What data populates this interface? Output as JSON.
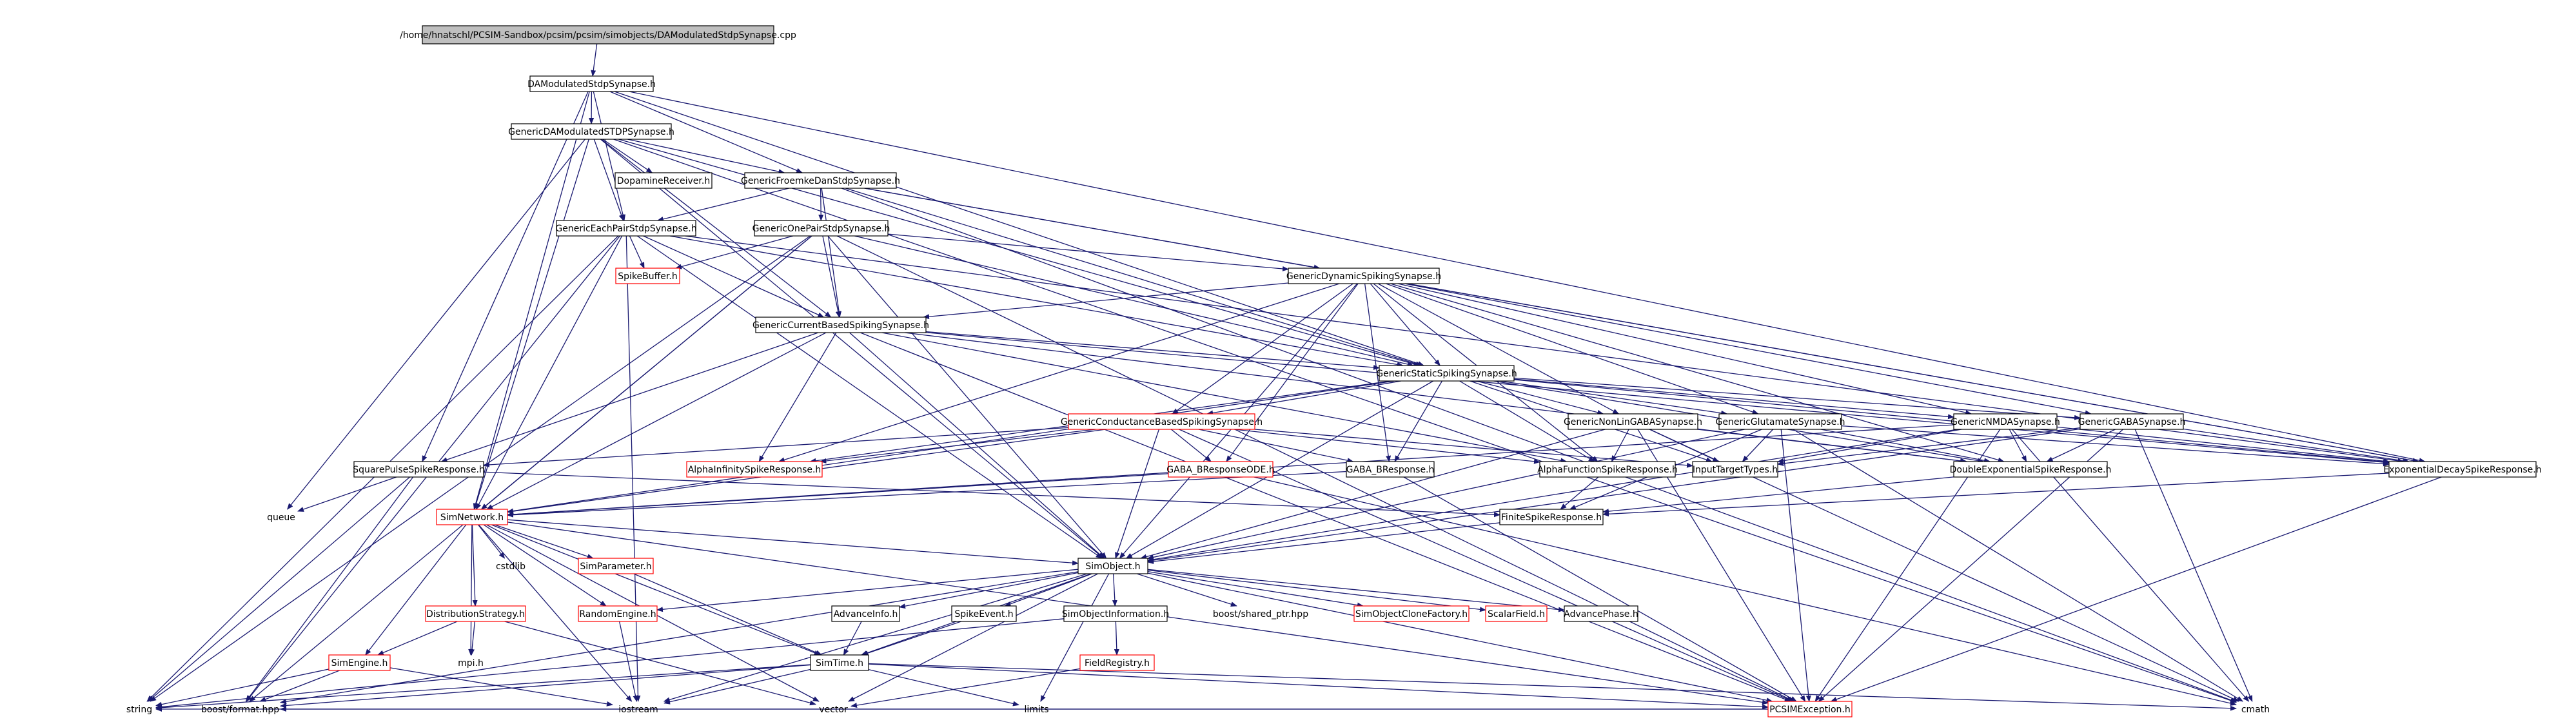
{
  "colors": {
    "edge": "#191970",
    "box_default": "#000000",
    "box_missing": "#ff0000",
    "root_fill": "#bfbfbf",
    "fill": "#ffffff",
    "label": "#000000"
  },
  "nodes": [
    {
      "id": "root",
      "label": "/home/hnatschl/PCSIM-Sandbox/pcsim/pcsim/simobjects/DAModulatedStdpSynapse.cpp",
      "kind": "root"
    },
    {
      "id": "DAModulatedStdpSynapse_h",
      "label": "DAModulatedStdpSynapse.h",
      "kind": "normal"
    },
    {
      "id": "GenericDAModulatedSTDPSynapse_h",
      "label": "GenericDAModulatedSTDPSynapse.h",
      "kind": "normal"
    },
    {
      "id": "DopamineReceiver_h",
      "label": "DopamineReceiver.h",
      "kind": "normal"
    },
    {
      "id": "GenericFroemkeDanStdpSynapse_h",
      "label": "GenericFroemkeDanStdpSynapse.h",
      "kind": "normal"
    },
    {
      "id": "GenericEachPairStdpSynapse_h",
      "label": "GenericEachPairStdpSynapse.h",
      "kind": "normal"
    },
    {
      "id": "GenericOnePairStdpSynapse_h",
      "label": "GenericOnePairStdpSynapse.h",
      "kind": "normal"
    },
    {
      "id": "SpikeBuffer_h",
      "label": "SpikeBuffer.h",
      "kind": "missing"
    },
    {
      "id": "GenericDynamicSpikingSynapse_h",
      "label": "GenericDynamicSpikingSynapse.h",
      "kind": "normal"
    },
    {
      "id": "GenericCurrentBasedSpikingSynapse_h",
      "label": "GenericCurrentBasedSpikingSynapse.h",
      "kind": "normal"
    },
    {
      "id": "GenericStaticSpikingSynapse_h",
      "label": "GenericStaticSpikingSynapse.h",
      "kind": "normal"
    },
    {
      "id": "GenericConductanceBasedSpikingSynapse_h",
      "label": "GenericConductanceBasedSpikingSynapse.h",
      "kind": "missing"
    },
    {
      "id": "GenericNonLinGABASynapse_h",
      "label": "GenericNonLinGABASynapse.h",
      "kind": "normal"
    },
    {
      "id": "GenericGlutamateSynapse_h",
      "label": "GenericGlutamateSynapse.h",
      "kind": "normal"
    },
    {
      "id": "GenericNMDASynapse_h",
      "label": "GenericNMDASynapse.h",
      "kind": "normal"
    },
    {
      "id": "GenericGABASynapse_h",
      "label": "GenericGABASynapse.h",
      "kind": "normal"
    },
    {
      "id": "SquarePulseSpikeResponse_h",
      "label": "SquarePulseSpikeResponse.h",
      "kind": "normal"
    },
    {
      "id": "AlphaInfinitySpikeResponse_h",
      "label": "AlphaInfinitySpikeResponse.h",
      "kind": "missing"
    },
    {
      "id": "GABA_BResponseODE_h",
      "label": "GABA_BResponseODE.h",
      "kind": "missing"
    },
    {
      "id": "GABA_BResponse_h",
      "label": "GABA_BResponse.h",
      "kind": "normal"
    },
    {
      "id": "AlphaFunctionSpikeResponse_h",
      "label": "AlphaFunctionSpikeResponse.h",
      "kind": "normal"
    },
    {
      "id": "InputTargetTypes_h",
      "label": "InputTargetTypes.h",
      "kind": "normal"
    },
    {
      "id": "DoubleExponentialSpikeResponse_h",
      "label": "DoubleExponentialSpikeResponse.h",
      "kind": "normal"
    },
    {
      "id": "ExponentialDecaySpikeResponse_h",
      "label": "ExponentialDecaySpikeResponse.h",
      "kind": "normal"
    },
    {
      "id": "queue",
      "label": "queue",
      "kind": "system"
    },
    {
      "id": "SimNetwork_h",
      "label": "SimNetwork.h",
      "kind": "missing"
    },
    {
      "id": "FiniteSpikeResponse_h",
      "label": "FiniteSpikeResponse.h",
      "kind": "normal"
    },
    {
      "id": "cstdlib",
      "label": "cstdlib",
      "kind": "system"
    },
    {
      "id": "SimParameter_h",
      "label": "SimParameter.h",
      "kind": "missing"
    },
    {
      "id": "SimObject_h",
      "label": "SimObject.h",
      "kind": "normal"
    },
    {
      "id": "DistributionStrategy_h",
      "label": "DistributionStrategy.h",
      "kind": "missing"
    },
    {
      "id": "RandomEngine_h",
      "label": "RandomEngine.h",
      "kind": "missing"
    },
    {
      "id": "AdvanceInfo_h",
      "label": "AdvanceInfo.h",
      "kind": "normal"
    },
    {
      "id": "SpikeEvent_h",
      "label": "SpikeEvent.h",
      "kind": "normal"
    },
    {
      "id": "SimObjectInformation_h",
      "label": "SimObjectInformation.h",
      "kind": "normal"
    },
    {
      "id": "boost_shared_ptr",
      "label": "boost/shared_ptr.hpp",
      "kind": "system"
    },
    {
      "id": "SimObjectCloneFactory_h",
      "label": "SimObjectCloneFactory.h",
      "kind": "missing"
    },
    {
      "id": "ScalarField_h",
      "label": "ScalarField.h",
      "kind": "missing"
    },
    {
      "id": "AdvancePhase_h",
      "label": "AdvancePhase.h",
      "kind": "normal"
    },
    {
      "id": "SimEngine_h",
      "label": "SimEngine.h",
      "kind": "missing"
    },
    {
      "id": "mpi_h",
      "label": "mpi.h",
      "kind": "system"
    },
    {
      "id": "SimTime_h",
      "label": "SimTime.h",
      "kind": "normal"
    },
    {
      "id": "FieldRegistry_h",
      "label": "FieldRegistry.h",
      "kind": "missing"
    },
    {
      "id": "string",
      "label": "string",
      "kind": "system"
    },
    {
      "id": "boost_format",
      "label": "boost/format.hpp",
      "kind": "system"
    },
    {
      "id": "iostream",
      "label": "iostream",
      "kind": "system"
    },
    {
      "id": "vector",
      "label": "vector",
      "kind": "system"
    },
    {
      "id": "limits",
      "label": "limits",
      "kind": "system"
    },
    {
      "id": "PCSIMException_h",
      "label": "PCSIMException.h",
      "kind": "missing"
    },
    {
      "id": "cmath",
      "label": "cmath",
      "kind": "system"
    }
  ],
  "edges": [
    [
      "root",
      "DAModulatedStdpSynapse_h"
    ],
    [
      "DAModulatedStdpSynapse_h",
      "GenericDAModulatedSTDPSynapse_h"
    ],
    [
      "DAModulatedStdpSynapse_h",
      "GenericFroemkeDanStdpSynapse_h"
    ],
    [
      "DAModulatedStdpSynapse_h",
      "GenericEachPairStdpSynapse_h"
    ],
    [
      "DAModulatedStdpSynapse_h",
      "SquarePulseSpikeResponse_h"
    ],
    [
      "DAModulatedStdpSynapse_h",
      "GenericStaticSpikingSynapse_h"
    ],
    [
      "DAModulatedStdpSynapse_h",
      "ExponentialDecaySpikeResponse_h"
    ],
    [
      "DAModulatedStdpSynapse_h",
      "SimNetwork_h"
    ],
    [
      "GenericDAModulatedSTDPSynapse_h",
      "DopamineReceiver_h"
    ],
    [
      "GenericDAModulatedSTDPSynapse_h",
      "GenericFroemkeDanStdpSynapse_h"
    ],
    [
      "GenericDAModulatedSTDPSynapse_h",
      "GenericEachPairStdpSynapse_h"
    ],
    [
      "GenericDAModulatedSTDPSynapse_h",
      "GenericCurrentBasedSpikingSynapse_h"
    ],
    [
      "GenericDAModulatedSTDPSynapse_h",
      "GenericStaticSpikingSynapse_h"
    ],
    [
      "GenericDAModulatedSTDPSynapse_h",
      "SimObject_h"
    ],
    [
      "GenericDAModulatedSTDPSynapse_h",
      "queue"
    ],
    [
      "GenericDAModulatedSTDPSynapse_h",
      "SimNetwork_h"
    ],
    [
      "GenericDAModulatedSTDPSynapse_h",
      "cmath"
    ],
    [
      "GenericFroemkeDanStdpSynapse_h",
      "GenericOnePairStdpSynapse_h"
    ],
    [
      "GenericFroemkeDanStdpSynapse_h",
      "GenericEachPairStdpSynapse_h"
    ],
    [
      "GenericFroemkeDanStdpSynapse_h",
      "GenericDynamicSpikingSynapse_h"
    ],
    [
      "GenericFroemkeDanStdpSynapse_h",
      "GenericCurrentBasedSpikingSynapse_h"
    ],
    [
      "GenericFroemkeDanStdpSynapse_h",
      "GenericStaticSpikingSynapse_h"
    ],
    [
      "GenericFroemkeDanStdpSynapse_h",
      "ExponentialDecaySpikeResponse_h"
    ],
    [
      "GenericFroemkeDanStdpSynapse_h",
      "cmath"
    ],
    [
      "GenericEachPairStdpSynapse_h",
      "SpikeBuffer_h"
    ],
    [
      "GenericEachPairStdpSynapse_h",
      "GenericCurrentBasedSpikingSynapse_h"
    ],
    [
      "GenericEachPairStdpSynapse_h",
      "GenericStaticSpikingSynapse_h"
    ],
    [
      "GenericEachPairStdpSynapse_h",
      "SimObject_h"
    ],
    [
      "GenericEachPairStdpSynapse_h",
      "SimNetwork_h"
    ],
    [
      "GenericEachPairStdpSynapse_h",
      "string"
    ],
    [
      "GenericEachPairStdpSynapse_h",
      "boost_format"
    ],
    [
      "GenericEachPairStdpSynapse_h",
      "iostream"
    ],
    [
      "GenericEachPairStdpSynapse_h",
      "ExponentialDecaySpikeResponse_h"
    ],
    [
      "GenericOnePairStdpSynapse_h",
      "SpikeBuffer_h"
    ],
    [
      "GenericOnePairStdpSynapse_h",
      "GenericDynamicSpikingSynapse_h"
    ],
    [
      "GenericOnePairStdpSynapse_h",
      "GenericCurrentBasedSpikingSynapse_h"
    ],
    [
      "GenericOnePairStdpSynapse_h",
      "GenericStaticSpikingSynapse_h"
    ],
    [
      "GenericOnePairStdpSynapse_h",
      "SimObject_h"
    ],
    [
      "GenericOnePairStdpSynapse_h",
      "SimNetwork_h"
    ],
    [
      "GenericOnePairStdpSynapse_h",
      "string"
    ],
    [
      "GenericOnePairStdpSynapse_h",
      "boost_format"
    ],
    [
      "GenericOnePairStdpSynapse_h",
      "PCSIMException_h"
    ],
    [
      "GenericDynamicSpikingSynapse_h",
      "GenericCurrentBasedSpikingSynapse_h"
    ],
    [
      "GenericDynamicSpikingSynapse_h",
      "GenericStaticSpikingSynapse_h"
    ],
    [
      "GenericDynamicSpikingSynapse_h",
      "GenericConductanceBasedSpikingSynapse_h"
    ],
    [
      "GenericDynamicSpikingSynapse_h",
      "GenericNonLinGABASynapse_h"
    ],
    [
      "GenericDynamicSpikingSynapse_h",
      "GenericGlutamateSynapse_h"
    ],
    [
      "GenericDynamicSpikingSynapse_h",
      "GenericNMDASynapse_h"
    ],
    [
      "GenericDynamicSpikingSynapse_h",
      "GenericGABASynapse_h"
    ],
    [
      "GenericDynamicSpikingSynapse_h",
      "AlphaInfinitySpikeResponse_h"
    ],
    [
      "GenericDynamicSpikingSynapse_h",
      "GABA_BResponseODE_h"
    ],
    [
      "GenericDynamicSpikingSynapse_h",
      "GABA_BResponse_h"
    ],
    [
      "GenericDynamicSpikingSynapse_h",
      "AlphaFunctionSpikeResponse_h"
    ],
    [
      "GenericDynamicSpikingSynapse_h",
      "DoubleExponentialSpikeResponse_h"
    ],
    [
      "GenericDynamicSpikingSynapse_h",
      "ExponentialDecaySpikeResponse_h"
    ],
    [
      "GenericDynamicSpikingSynapse_h",
      "SimObject_h"
    ],
    [
      "GenericCurrentBasedSpikingSynapse_h",
      "GenericStaticSpikingSynapse_h"
    ],
    [
      "GenericCurrentBasedSpikingSynapse_h",
      "SquarePulseSpikeResponse_h"
    ],
    [
      "GenericCurrentBasedSpikingSynapse_h",
      "AlphaInfinitySpikeResponse_h"
    ],
    [
      "GenericCurrentBasedSpikingSynapse_h",
      "AlphaFunctionSpikeResponse_h"
    ],
    [
      "GenericCurrentBasedSpikingSynapse_h",
      "DoubleExponentialSpikeResponse_h"
    ],
    [
      "GenericCurrentBasedSpikingSynapse_h",
      "ExponentialDecaySpikeResponse_h"
    ],
    [
      "GenericCurrentBasedSpikingSynapse_h",
      "SimNetwork_h"
    ],
    [
      "GenericCurrentBasedSpikingSynapse_h",
      "SimObject_h"
    ],
    [
      "GenericCurrentBasedSpikingSynapse_h",
      "PCSIMException_h"
    ],
    [
      "GenericStaticSpikingSynapse_h",
      "GenericConductanceBasedSpikingSynapse_h"
    ],
    [
      "GenericStaticSpikingSynapse_h",
      "GenericNonLinGABASynapse_h"
    ],
    [
      "GenericStaticSpikingSynapse_h",
      "GenericGlutamateSynapse_h"
    ],
    [
      "GenericStaticSpikingSynapse_h",
      "GenericNMDASynapse_h"
    ],
    [
      "GenericStaticSpikingSynapse_h",
      "GenericGABASynapse_h"
    ],
    [
      "GenericStaticSpikingSynapse_h",
      "AlphaInfinitySpikeResponse_h"
    ],
    [
      "GenericStaticSpikingSynapse_h",
      "GABA_BResponse_h"
    ],
    [
      "GenericStaticSpikingSynapse_h",
      "AlphaFunctionSpikeResponse_h"
    ],
    [
      "GenericStaticSpikingSynapse_h",
      "InputTargetTypes_h"
    ],
    [
      "GenericStaticSpikingSynapse_h",
      "DoubleExponentialSpikeResponse_h"
    ],
    [
      "GenericStaticSpikingSynapse_h",
      "ExponentialDecaySpikeResponse_h"
    ],
    [
      "GenericStaticSpikingSynapse_h",
      "SimObject_h"
    ],
    [
      "GenericStaticSpikingSynapse_h",
      "SimNetwork_h"
    ],
    [
      "GenericConductanceBasedSpikingSynapse_h",
      "AlphaInfinitySpikeResponse_h"
    ],
    [
      "GenericConductanceBasedSpikingSynapse_h",
      "GABA_BResponseODE_h"
    ],
    [
      "GenericConductanceBasedSpikingSynapse_h",
      "GABA_BResponse_h"
    ],
    [
      "GenericConductanceBasedSpikingSynapse_h",
      "AlphaFunctionSpikeResponse_h"
    ],
    [
      "GenericConductanceBasedSpikingSynapse_h",
      "InputTargetTypes_h"
    ],
    [
      "GenericConductanceBasedSpikingSynapse_h",
      "SquarePulseSpikeResponse_h"
    ],
    [
      "GenericConductanceBasedSpikingSynapse_h",
      "SimObject_h"
    ],
    [
      "GenericConductanceBasedSpikingSynapse_h",
      "SimNetwork_h"
    ],
    [
      "GenericConductanceBasedSpikingSynapse_h",
      "PCSIMException_h"
    ],
    [
      "GenericNonLinGABASynapse_h",
      "AlphaFunctionSpikeResponse_h"
    ],
    [
      "GenericNonLinGABASynapse_h",
      "InputTargetTypes_h"
    ],
    [
      "GenericNonLinGABASynapse_h",
      "DoubleExponentialSpikeResponse_h"
    ],
    [
      "GenericNonLinGABASynapse_h",
      "SimObject_h"
    ],
    [
      "GenericNonLinGABASynapse_h",
      "PCSIMException_h"
    ],
    [
      "GenericNonLinGABASynapse_h",
      "cmath"
    ],
    [
      "GenericGlutamateSynapse_h",
      "InputTargetTypes_h"
    ],
    [
      "GenericGlutamateSynapse_h",
      "DoubleExponentialSpikeResponse_h"
    ],
    [
      "GenericGlutamateSynapse_h",
      "ExponentialDecaySpikeResponse_h"
    ],
    [
      "GenericGlutamateSynapse_h",
      "FiniteSpikeResponse_h"
    ],
    [
      "GenericGlutamateSynapse_h",
      "SimObject_h"
    ],
    [
      "GenericGlutamateSynapse_h",
      "PCSIMException_h"
    ],
    [
      "GenericGlutamateSynapse_h",
      "cmath"
    ],
    [
      "GenericNMDASynapse_h",
      "InputTargetTypes_h"
    ],
    [
      "GenericNMDASynapse_h",
      "DoubleExponentialSpikeResponse_h"
    ],
    [
      "GenericNMDASynapse_h",
      "ExponentialDecaySpikeResponse_h"
    ],
    [
      "GenericNMDASynapse_h",
      "SimObject_h"
    ],
    [
      "GenericNMDASynapse_h",
      "SimNetwork_h"
    ],
    [
      "GenericNMDASynapse_h",
      "PCSIMException_h"
    ],
    [
      "GenericNMDASynapse_h",
      "cmath"
    ],
    [
      "GenericGABASynapse_h",
      "InputTargetTypes_h"
    ],
    [
      "GenericGABASynapse_h",
      "DoubleExponentialSpikeResponse_h"
    ],
    [
      "GenericGABASynapse_h",
      "ExponentialDecaySpikeResponse_h"
    ],
    [
      "GenericGABASynapse_h",
      "SimObject_h"
    ],
    [
      "GenericGABASynapse_h",
      "PCSIMException_h"
    ],
    [
      "GenericGABASynapse_h",
      "cmath"
    ],
    [
      "SquarePulseSpikeResponse_h",
      "queue"
    ],
    [
      "SquarePulseSpikeResponse_h",
      "FiniteSpikeResponse_h"
    ],
    [
      "SquarePulseSpikeResponse_h",
      "string"
    ],
    [
      "SquarePulseSpikeResponse_h",
      "boost_format"
    ],
    [
      "GABA_BResponseODE_h",
      "SimNetwork_h"
    ],
    [
      "GABA_BResponseODE_h",
      "cmath"
    ],
    [
      "GABA_BResponse_h",
      "SimNetwork_h"
    ],
    [
      "GABA_BResponse_h",
      "PCSIMException_h"
    ],
    [
      "AlphaFunctionSpikeResponse_h",
      "FiniteSpikeResponse_h"
    ],
    [
      "DoubleExponentialSpikeResponse_h",
      "FiniteSpikeResponse_h"
    ],
    [
      "ExponentialDecaySpikeResponse_h",
      "FiniteSpikeResponse_h"
    ],
    [
      "ExponentialDecaySpikeResponse_h",
      "PCSIMException_h"
    ],
    [
      "FiniteSpikeResponse_h",
      "SimObject_h"
    ],
    [
      "SimNetwork_h",
      "cstdlib"
    ],
    [
      "SimNetwork_h",
      "SimParameter_h"
    ],
    [
      "SimNetwork_h",
      "SimObject_h"
    ],
    [
      "SimNetwork_h",
      "DistributionStrategy_h"
    ],
    [
      "SimNetwork_h",
      "RandomEngine_h"
    ],
    [
      "SimNetwork_h",
      "SimEngine_h"
    ],
    [
      "SimNetwork_h",
      "mpi_h"
    ],
    [
      "SimNetwork_h",
      "SimTime_h"
    ],
    [
      "SimNetwork_h",
      "iostream"
    ],
    [
      "SimNetwork_h",
      "vector"
    ],
    [
      "SimNetwork_h",
      "PCSIMException_h"
    ],
    [
      "SimParameter_h",
      "SimTime_h"
    ],
    [
      "SimObject_h",
      "RandomEngine_h"
    ],
    [
      "SimObject_h",
      "AdvanceInfo_h"
    ],
    [
      "SimObject_h",
      "SpikeEvent_h"
    ],
    [
      "SimObject_h",
      "SimObjectInformation_h"
    ],
    [
      "SimObject_h",
      "boost_shared_ptr"
    ],
    [
      "SimObject_h",
      "SimObjectCloneFactory_h"
    ],
    [
      "SimObject_h",
      "ScalarField_h"
    ],
    [
      "SimObject_h",
      "AdvancePhase_h"
    ],
    [
      "SimObject_h",
      "iostream"
    ],
    [
      "SimObject_h",
      "vector"
    ],
    [
      "SimObject_h",
      "limits"
    ],
    [
      "SimObject_h",
      "PCSIMException_h"
    ],
    [
      "SimObject_h",
      "boost_format"
    ],
    [
      "SimObject_h",
      "SimTime_h"
    ],
    [
      "DistributionStrategy_h",
      "SimEngine_h"
    ],
    [
      "DistributionStrategy_h",
      "mpi_h"
    ],
    [
      "DistributionStrategy_h",
      "vector"
    ],
    [
      "RandomEngine_h",
      "iostream"
    ],
    [
      "AdvanceInfo_h",
      "SimTime_h"
    ],
    [
      "SpikeEvent_h",
      "SimTime_h"
    ],
    [
      "SimObjectInformation_h",
      "FieldRegistry_h"
    ],
    [
      "SimObjectInformation_h",
      "string"
    ],
    [
      "FieldRegistry_h",
      "vector"
    ],
    [
      "SimEngine_h",
      "string"
    ],
    [
      "SimEngine_h",
      "boost_format"
    ],
    [
      "SimEngine_h",
      "iostream"
    ],
    [
      "SimTime_h",
      "string"
    ],
    [
      "SimTime_h",
      "boost_format"
    ],
    [
      "SimTime_h",
      "iostream"
    ],
    [
      "SimTime_h",
      "limits"
    ],
    [
      "SimTime_h",
      "PCSIMException_h"
    ],
    [
      "SimTime_h",
      "cmath"
    ],
    [
      "PCSIMException_h",
      "string"
    ],
    [
      "PCSIMException_h",
      "boost_format"
    ]
  ]
}
